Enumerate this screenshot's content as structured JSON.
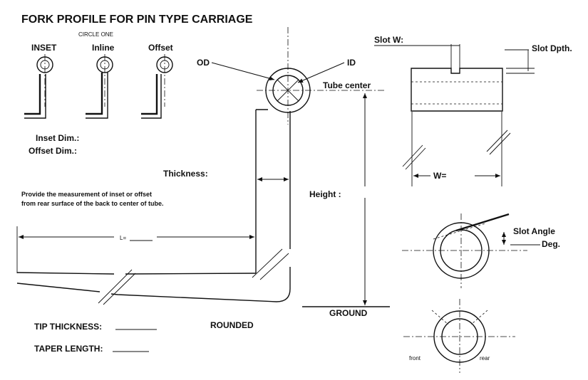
{
  "title": "FORK PROFILE FOR PIN TYPE CARRIAGE",
  "circle_one": "CIRCLE ONE",
  "options": {
    "inset": "INSET",
    "inline": "Inline",
    "offset": "Offset"
  },
  "labels": {
    "inset_dim": "Inset Dim.:",
    "offset_dim": "Offset Dim.:",
    "od": "OD",
    "id": "ID",
    "tube_center": "Tube center",
    "thickness": "Thickness:",
    "height": "Height :",
    "ground": "GROUND",
    "length": "L=",
    "tip_thickness": "TIP THICKNESS:",
    "taper_length": "TAPER LENGTH:",
    "rounded": "ROUNDED",
    "slot_w": "Slot W:",
    "slot_depth": "Slot Dpth.",
    "w_eq": "W=",
    "slot_angle": "Slot  Angle",
    "deg": "Deg.",
    "front": "front",
    "rear": "rear"
  },
  "note": {
    "line1": "Provide the measurement of inset or offset",
    "line2": "from rear surface of the back to center of tube."
  }
}
